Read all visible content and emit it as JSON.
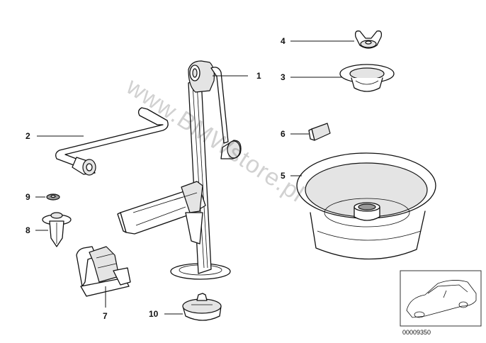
{
  "watermark": "www.BMWstore.pl",
  "drawing_number": "00009350",
  "parts": [
    {
      "number": "1",
      "name": "jack"
    },
    {
      "number": "2",
      "name": "wheel-brace"
    },
    {
      "number": "3",
      "name": "centering-cup"
    },
    {
      "number": "4",
      "name": "wing-nut"
    },
    {
      "number": "5",
      "name": "spare-wheel-tray"
    },
    {
      "number": "6",
      "name": "wedge"
    },
    {
      "number": "7",
      "name": "clamp"
    },
    {
      "number": "8",
      "name": "expanding-rivet"
    },
    {
      "number": "9",
      "name": "washer"
    },
    {
      "number": "10",
      "name": "support"
    }
  ]
}
